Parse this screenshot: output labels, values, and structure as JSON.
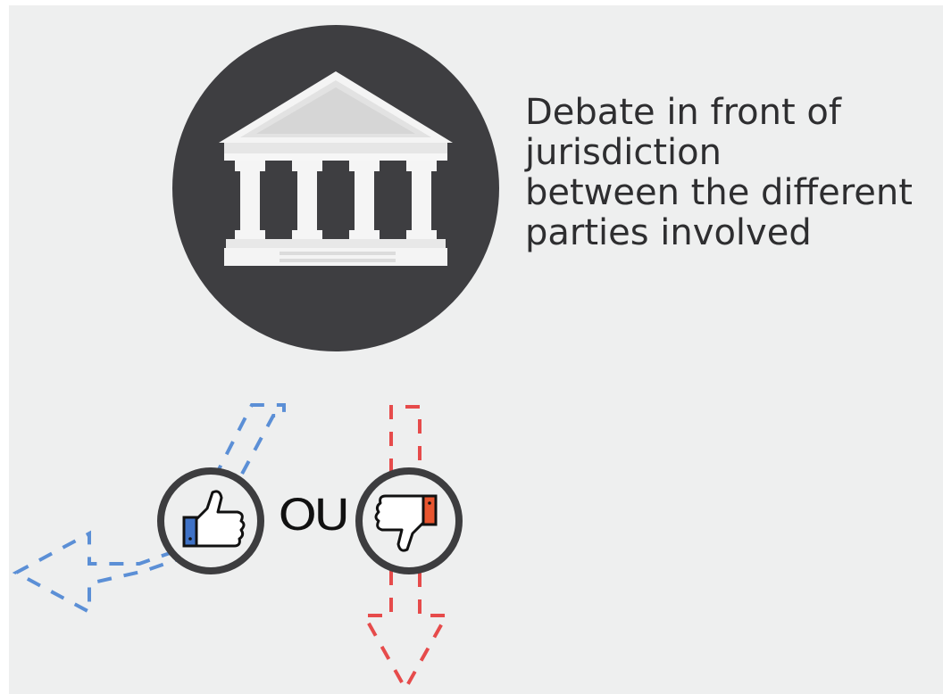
{
  "caption": {
    "lines": [
      "Debate in front of",
      "jurisdiction",
      "between the different",
      "parties involved"
    ]
  },
  "choice": {
    "connector": "OU"
  },
  "icons": {
    "court": "courthouse-icon",
    "approve": "thumbs-up-icon",
    "reject": "thumbs-down-icon"
  },
  "colors": {
    "background": "#eeefef",
    "circle": "#3e3e41",
    "positive": "#5b8fd6",
    "negative": "#e64b4b",
    "thumb_up_cuff": "#3f72c6",
    "thumb_down_cuff": "#e8552f"
  }
}
